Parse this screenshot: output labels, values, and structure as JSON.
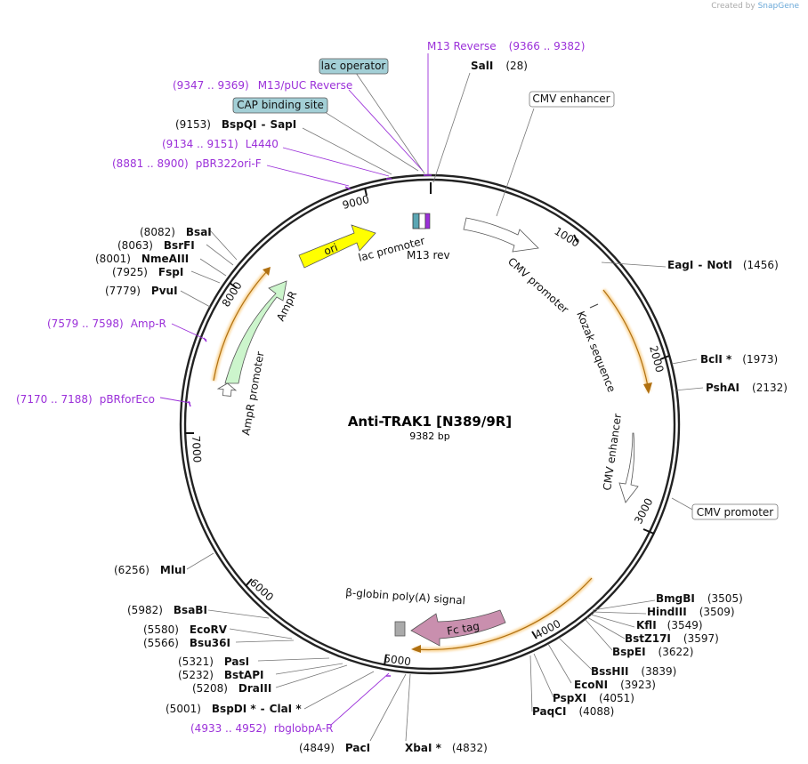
{
  "credit": {
    "created_by": "Created by",
    "brand": "SnapGene"
  },
  "plasmid": {
    "name": "Anti-TRAK1 [N389/9R]",
    "size_label": "9382 bp",
    "length": 9382
  },
  "ticks": [
    "1000",
    "2000",
    "3000",
    "4000",
    "5000",
    "6000",
    "7000",
    "8000",
    "9000"
  ],
  "sites": [
    {
      "id": "sali",
      "name": "SalI",
      "pos": "(28)"
    },
    {
      "id": "eagi",
      "name": "EagI",
      "name2": "NotI",
      "pos": "(1456)"
    },
    {
      "id": "bcli",
      "name": "BclI *",
      "pos": "(1973)"
    },
    {
      "id": "pshai",
      "name": "PshAI",
      "pos": "(2132)"
    },
    {
      "id": "bmgbi",
      "name": "BmgBI",
      "pos": "(3505)"
    },
    {
      "id": "hindiii",
      "name": "HindIII",
      "pos": "(3509)"
    },
    {
      "id": "kfli",
      "name": "KflI",
      "pos": "(3549)"
    },
    {
      "id": "bstz17i",
      "name": "BstZ17I",
      "pos": "(3597)"
    },
    {
      "id": "bspei",
      "name": "BspEI",
      "pos": "(3622)"
    },
    {
      "id": "bsshii",
      "name": "BssHII",
      "pos": "(3839)"
    },
    {
      "id": "econi",
      "name": "EcoNI",
      "pos": "(3923)"
    },
    {
      "id": "pspxi",
      "name": "PspXI",
      "pos": "(4051)"
    },
    {
      "id": "paqci",
      "name": "PaqCI",
      "pos": "(4088)"
    },
    {
      "id": "xbai",
      "name": "XbaI *",
      "pos": "(4832)"
    },
    {
      "id": "paci",
      "name": "PacI",
      "pos": "(4849)"
    },
    {
      "id": "bspdi",
      "name": "BspDI *",
      "name2": "ClaI *",
      "pos": "(5001)"
    },
    {
      "id": "draiii",
      "name": "DraIII",
      "pos": "(5208)"
    },
    {
      "id": "bstapi",
      "name": "BstAPI",
      "pos": "(5232)"
    },
    {
      "id": "pasi",
      "name": "PasI",
      "pos": "(5321)"
    },
    {
      "id": "bsu36i",
      "name": "Bsu36I",
      "pos": "(5566)"
    },
    {
      "id": "ecorv",
      "name": "EcoRV",
      "pos": "(5580)"
    },
    {
      "id": "bsabi",
      "name": "BsaBI",
      "pos": "(5982)"
    },
    {
      "id": "mlui",
      "name": "MluI",
      "pos": "(6256)"
    },
    {
      "id": "pvui",
      "name": "PvuI",
      "pos": "(7779)"
    },
    {
      "id": "fspi",
      "name": "FspI",
      "pos": "(7925)"
    },
    {
      "id": "nmeaiii",
      "name": "NmeAIII",
      "pos": "(8001)"
    },
    {
      "id": "bsrfi",
      "name": "BsrFI",
      "pos": "(8063)"
    },
    {
      "id": "bsai",
      "name": "BsaI",
      "pos": "(8082)"
    },
    {
      "id": "bspqi",
      "name": "BspQI",
      "name2": "SapI",
      "pos": "(9153)"
    }
  ],
  "primers": [
    {
      "id": "m13rev",
      "name": "M13 Reverse",
      "pos": "(9366 .. 9382)"
    },
    {
      "id": "m13puc",
      "name": "M13/pUC Reverse",
      "pos": "(9347 .. 9369)"
    },
    {
      "id": "l4440",
      "name": "L4440",
      "pos": "(9134 .. 9151)"
    },
    {
      "id": "pbr322ori",
      "name": "pBR322ori-F",
      "pos": "(8881 .. 8900)"
    },
    {
      "id": "ampr",
      "name": "Amp-R",
      "pos": "(7579 .. 7598)"
    },
    {
      "id": "pbrforeco",
      "name": "pBRforEco",
      "pos": "(7170 .. 7188)"
    },
    {
      "id": "rbglobpa",
      "name": "rbglobpA-R",
      "pos": "(4933 .. 4952)"
    }
  ],
  "boxed_features": {
    "lac_operator": "lac operator",
    "cap_site": "CAP binding site",
    "cmv_enhancer": "CMV enhancer",
    "cmv_promoter": "CMV promoter"
  },
  "features": {
    "ori": "ori",
    "lac_promoter": "lac promoter",
    "m13_rev": "M13 rev",
    "cmv_promoter": "CMV promoter",
    "kozak": "Kozak sequence",
    "cmv_enhancer": "CMV enhancer",
    "fc_tag": "Fc tag",
    "bglobin": "β-globin poly(A) signal",
    "ampr": "AmpR",
    "ampr_promoter": "AmpR promoter"
  },
  "colors": {
    "ori": "#ffff00",
    "ampr": "#ccf5cc",
    "fc_tag": "#c98fae",
    "orf": "#f5a623",
    "primer": "#9b30d9",
    "box_fill": "#a3cfd6"
  }
}
